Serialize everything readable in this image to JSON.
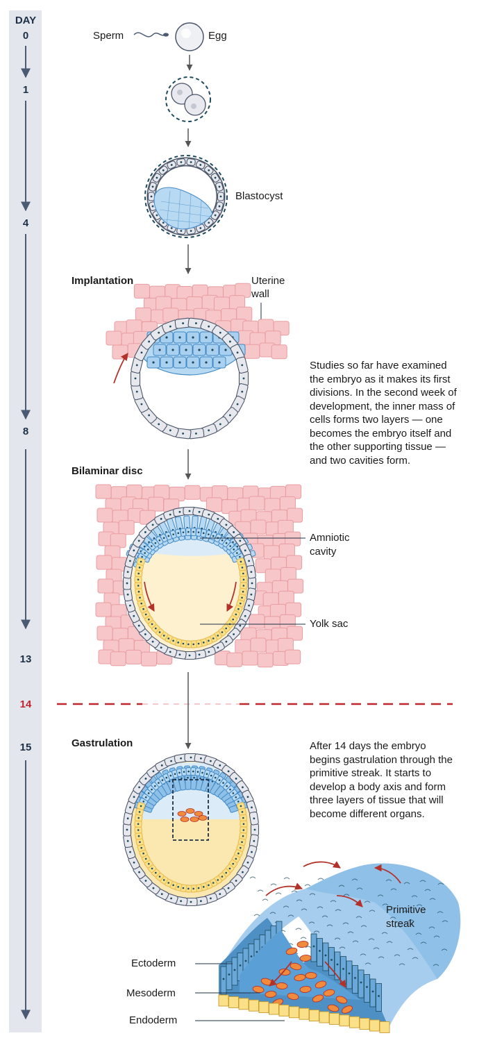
{
  "timeline": {
    "header": "DAY",
    "days": [
      {
        "label": "0",
        "highlight": false
      },
      {
        "label": "1",
        "highlight": false
      },
      {
        "label": "4",
        "highlight": false
      },
      {
        "label": "8",
        "highlight": false
      },
      {
        "label": "13",
        "highlight": false
      },
      {
        "label": "14",
        "highlight": true
      },
      {
        "label": "15",
        "highlight": false
      }
    ]
  },
  "labels": {
    "sperm": "Sperm",
    "egg": "Egg",
    "blastocyst": "Blastocyst",
    "uterine_wall": [
      "Uterine",
      "wall"
    ],
    "amniotic_cavity": [
      "Amniotic",
      "cavity"
    ],
    "yolk_sac": "Yolk sac",
    "primitive_streak": [
      "Primitive",
      "streak"
    ],
    "ectoderm": "Ectoderm",
    "mesoderm": "Mesoderm",
    "endoderm": "Endoderm"
  },
  "stages": {
    "implantation": "Implantation",
    "bilaminar": "Bilaminar disc",
    "gastrulation": "Gastrulation"
  },
  "text_blocks": {
    "second_week": "Studies so far have examined the embryo as it makes its first divisions. In the second week of development, the inner mass of cells forms two layers — one becomes the embryo itself and the other supporting tissue — and two cavities form.",
    "gastrulation": "After 14 days the embryo begins gastrulation through the primitive streak. It starts to develop a body axis and form three layers of tissue that will become different organs."
  },
  "colors": {
    "timeline_bg": "#e4e6ee",
    "timeline_arrow": "#4a5a72",
    "highlight": "#c0272d",
    "uterine": "#f7c6c8",
    "uterine_stroke": "#e89da1",
    "epiblast": "#b8d9f2",
    "epiblast_stroke": "#3f88c5",
    "yolk": "#fdf1cf",
    "yolk_stroke": "#e5b84a",
    "trophoblast": "#e6e8ee",
    "trophoblast_stroke": "#4b5568",
    "mesoderm": "#f08a3c",
    "arrow_red": "#b2322a"
  }
}
